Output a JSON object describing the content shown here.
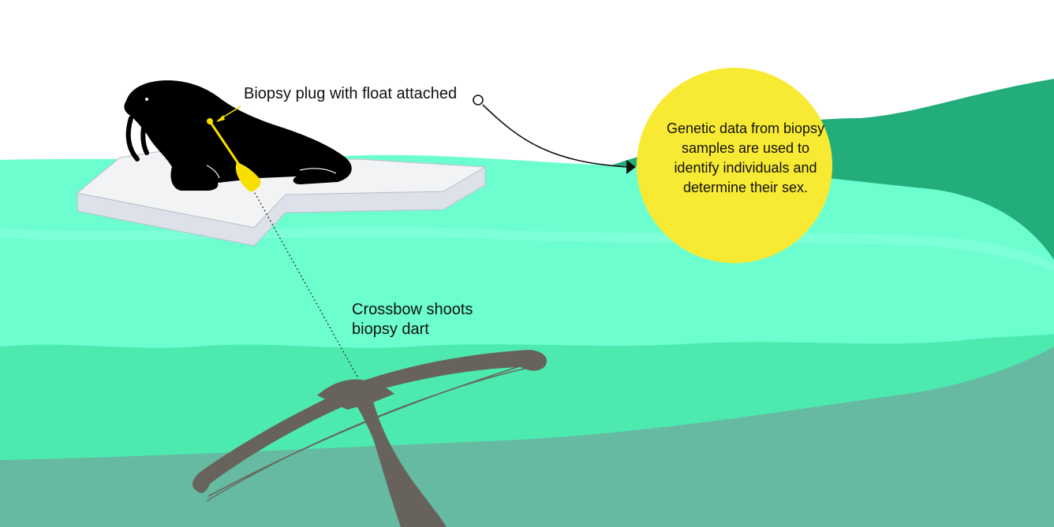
{
  "labels": {
    "biopsy_plug": "Biopsy plug with float attached",
    "crossbow_line1": "Crossbow shoots",
    "crossbow_line2": "biopsy dart",
    "genetic_data": "Genetic data from biopsy samples are used to identify individuals and determine their sex."
  },
  "colors": {
    "sky": "#ffffff",
    "far_hill": "#22ad7a",
    "sea_light": "#6dfecf",
    "sea_mid": "#4deab0",
    "sea_dark": "#66baa1",
    "ice_top": "#f2f3f5",
    "ice_side": "#dde2ea",
    "walrus": "#000000",
    "dart_float": "#f7e000",
    "info_circle": "#f8ea32",
    "crossbow": "#67635c"
  },
  "icons": {
    "animal": "walrus-silhouette",
    "weapon": "crossbow-icon",
    "float": "biopsy-float-icon"
  }
}
